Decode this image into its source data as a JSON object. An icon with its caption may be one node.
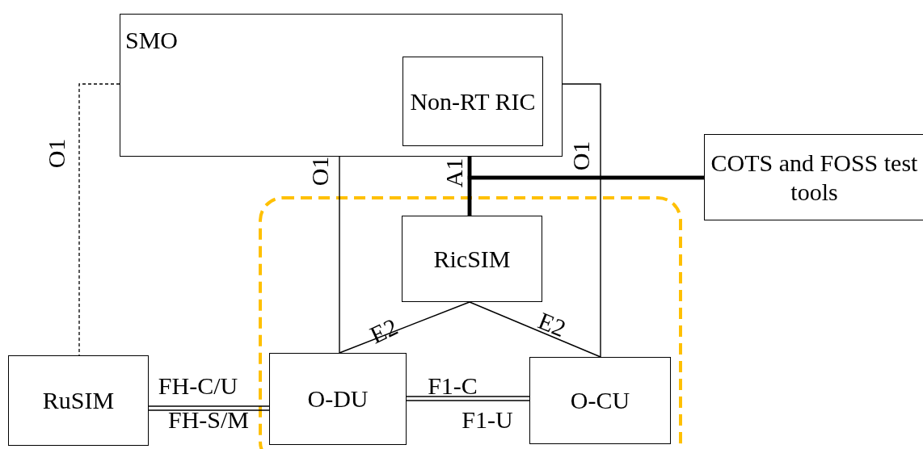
{
  "diagram": {
    "nodes": [
      {
        "text": [
          "SMO"
        ]
      },
      {
        "text": [
          "Non-RT RIC"
        ],
        "in": 0
      },
      {
        "text": [
          "COTS and FOSS test tools"
        ]
      },
      {
        "text": [
          "RicSIM"
        ]
      },
      {
        "text": [
          "RuSIM"
        ]
      },
      {
        "text": [
          "O-DU"
        ]
      },
      {
        "text": [
          "O-CU"
        ]
      }
    ],
    "edges": [
      {
        "from": 0,
        "to": 4,
        "arrow": "none",
        "label": "O1",
        "style": "dashed"
      },
      {
        "from": 0,
        "to": 5,
        "arrow": "none",
        "label": "O1"
      },
      {
        "from": 0,
        "to": 6,
        "arrow": "none",
        "label": "O1"
      },
      {
        "from": 1,
        "to": 3,
        "arrow": "none",
        "label": "A1",
        "style": "thick"
      },
      {
        "from": 2,
        "to": 1,
        "arrow": "none",
        "style": "thick"
      },
      {
        "from": 2,
        "to": 3,
        "arrow": "none",
        "style": "thick"
      },
      {
        "from": 3,
        "to": 5,
        "arrow": "none",
        "label": "E2"
      },
      {
        "from": 3,
        "to": 6,
        "arrow": "none",
        "label": "E2"
      },
      {
        "from": 4,
        "to": 5,
        "arrow": "none",
        "label": "FH-C/U"
      },
      {
        "from": 4,
        "to": 5,
        "arrow": "none",
        "label": "FH-S/M"
      },
      {
        "from": 5,
        "to": 6,
        "arrow": "none",
        "label": "F1-C"
      },
      {
        "from": 5,
        "to": 6,
        "arrow": "none",
        "label": "F1-U"
      }
    ]
  }
}
